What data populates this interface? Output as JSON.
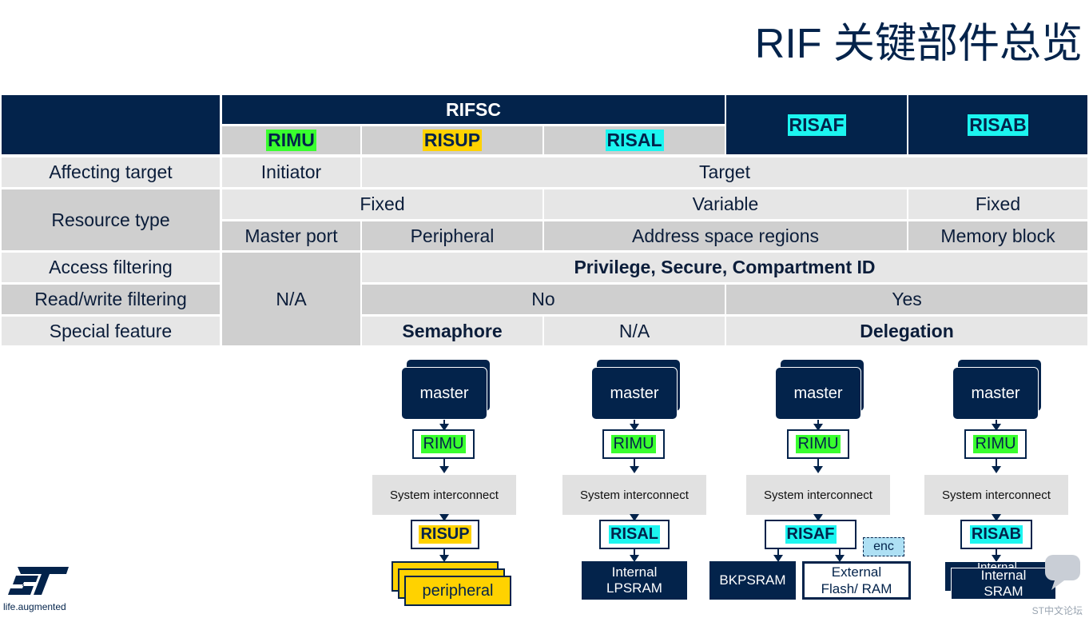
{
  "title": "RIF 关键部件总览",
  "table": {
    "rifsc": "RIFSC",
    "rimu": "RIMU",
    "risup": "RISUP",
    "risal": "RISAL",
    "risaf": "RISAF",
    "risab": "RISAB",
    "rows": {
      "affecting_target": {
        "label": "Affecting target",
        "initiator": "Initiator",
        "target": "Target"
      },
      "resource_type": {
        "label": "Resource type",
        "fixed": "Fixed",
        "variable": "Variable",
        "fixed2": "Fixed",
        "master_port": "Master port",
        "peripheral": "Peripheral",
        "address_space": "Address space regions",
        "memory_block": "Memory block"
      },
      "access_filtering": {
        "label": "Access filtering",
        "value": "Privilege, Secure, Compartment ID"
      },
      "rw_filtering": {
        "label": "Read/write filtering",
        "na": "N/A",
        "no": "No",
        "yes": "Yes"
      },
      "special_feature": {
        "label": "Special feature",
        "semaphore": "Semaphore",
        "na": "N/A",
        "delegation": "Delegation"
      }
    }
  },
  "diagram": {
    "master": "master",
    "rimu": "RIMU",
    "system_interconnect": "System interconnect",
    "risup": "RISUP",
    "risal": "RISAL",
    "risaf": "RISAF",
    "risab": "RISAB",
    "peripheral": "peripheral",
    "internal_lpsram": "Internal\nLPSRAM",
    "bkpsram": "BKPSRAM",
    "external_flash_ram": "External\nFlash/ RAM",
    "enc": "enc",
    "internal_back": "Internal",
    "internal_sram": "Internal\nSRAM"
  },
  "footer": {
    "tagline": "life.augmented",
    "watermark": "ST中文论坛"
  },
  "colors": {
    "navy": "#03234b",
    "green": "#39ff2e",
    "yellow": "#ffd200",
    "cyan": "#1cf5f0",
    "gray_light": "#e6e6e6",
    "gray_dark": "#cfcfcf"
  }
}
